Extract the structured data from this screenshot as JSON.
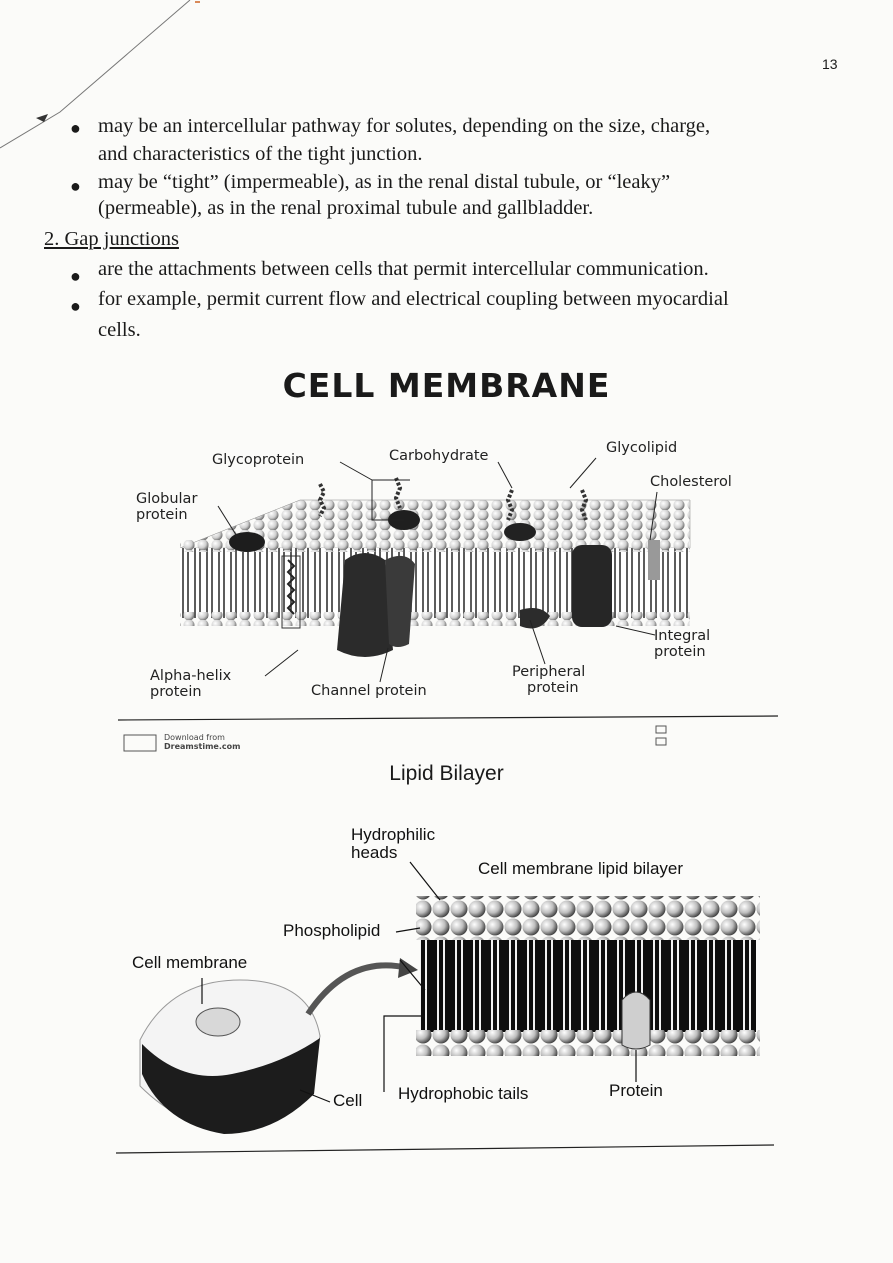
{
  "page_number": "13",
  "bullets_top": [
    {
      "text": "may be an intercellular pathway for solutes, depending on the size, charge,"
    },
    {
      "text": "and characteristics of the tight junction."
    },
    {
      "text": "may be “tight” (impermeable), as in the renal distal tubule, or “leaky”"
    },
    {
      "text": "(permeable), as in the renal proximal tubule and gallbladder."
    }
  ],
  "section_heading": "2. Gap junctions",
  "bullets_gap": [
    {
      "text": "are the attachments between cells that permit intercellular communication."
    },
    {
      "text": "for example, permit current flow and electrical coupling between myocardial"
    },
    {
      "text": "cells."
    }
  ],
  "bullet_glyph": "●",
  "figure1": {
    "title": "CELL MEMBRANE",
    "labels": {
      "glycoprotein": "Glycoprotein",
      "carbohydrate": "Carbohydrate",
      "glycolipid": "Glycolipid",
      "cholesterol": "Cholesterol",
      "globular_1": "Globular",
      "globular_2": "protein",
      "integral_1": "Integral",
      "integral_2": "protein",
      "alpha_1": "Alpha-helix",
      "alpha_2": "protein",
      "channel": "Channel protein",
      "peripheral_1": "Peripheral",
      "peripheral_2": "protein"
    },
    "watermark_1": "Download from",
    "watermark_2": "Dreamstime.com"
  },
  "figure2": {
    "title": "Lipid Bilayer",
    "labels": {
      "hydrophilic_1": "Hydrophilic",
      "hydrophilic_2": "heads",
      "bilayer": "Cell membrane lipid bilayer",
      "phospholipid": "Phospholipid",
      "cell_membrane": "Cell membrane",
      "cell": "Cell",
      "hydrophobic": "Hydrophobic tails",
      "protein": "Protein"
    }
  }
}
